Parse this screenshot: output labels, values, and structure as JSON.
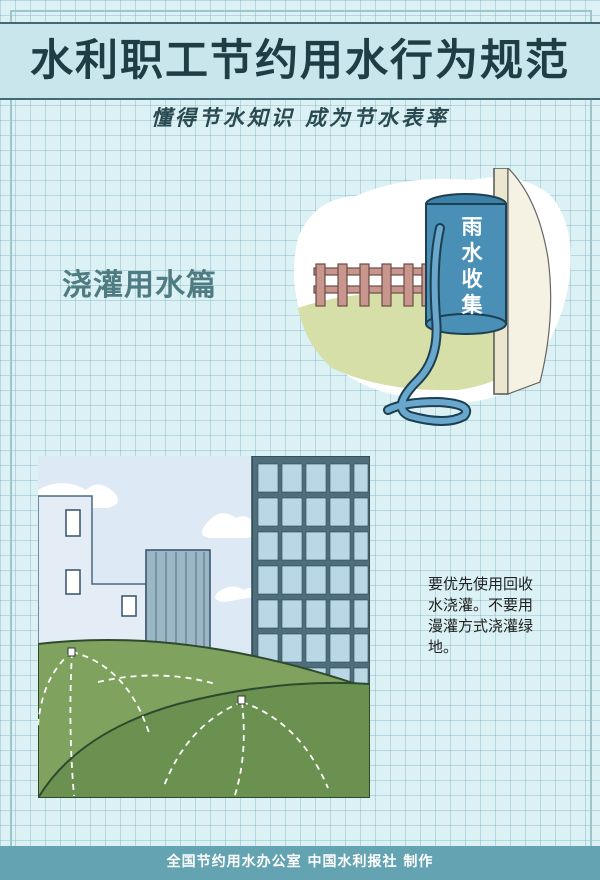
{
  "poster": {
    "title": "水利职工节约用水行为规范",
    "subtitle": "懂得节水知识  成为节水表率",
    "section_title": "浇灌用水篇",
    "tank_label": [
      "雨",
      "水",
      "收",
      "集"
    ],
    "tip_text": "要优先使用回收水浇灌。不要用漫灌方式浇灌绿地。",
    "footer": "全国节约用水办公室  中国水利报社  制作"
  }
}
